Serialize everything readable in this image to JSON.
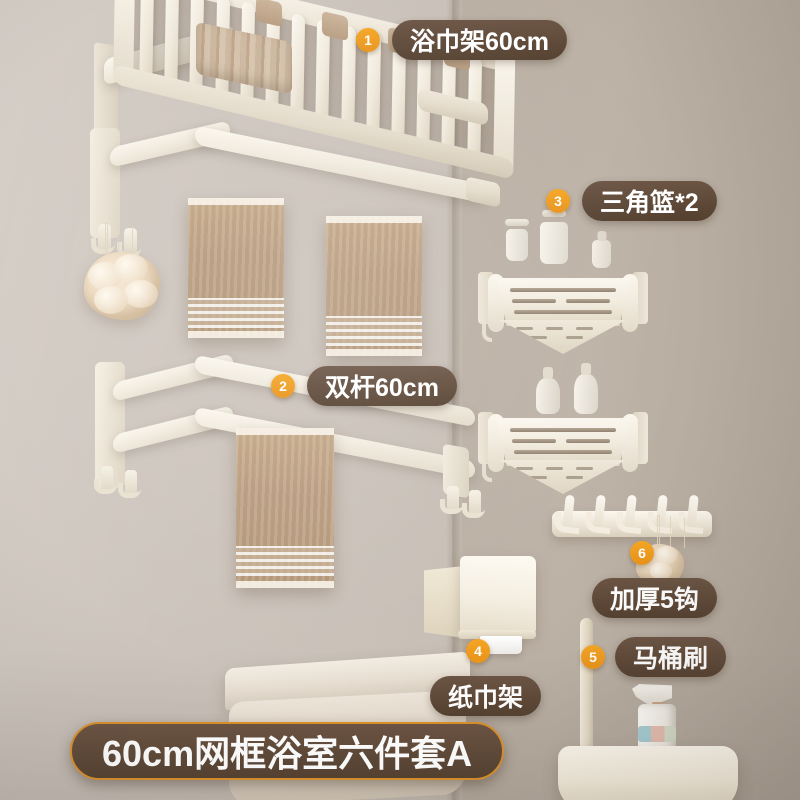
{
  "product": {
    "title": "60cm网框浴室六件套A",
    "scene": "bathroom corner wall display"
  },
  "theme": {
    "badge_color": "#f5a623",
    "pill_bg": "#5a4436",
    "pill_text": "#ffffff",
    "title_border": "#d98f2a",
    "wall_left": "#cdc5bd",
    "wall_right": "#b9aea2",
    "product_cream": "#f4eee1",
    "towel_tan": "#bda083"
  },
  "callouts": [
    {
      "number": "1",
      "label": "浴巾架60cm",
      "item": "bath-towel-rack"
    },
    {
      "number": "2",
      "label": "双杆60cm",
      "item": "double-bar-rack"
    },
    {
      "number": "3",
      "label": "三角篮*2",
      "item": "corner-basket"
    },
    {
      "number": "4",
      "label": "纸巾架",
      "item": "tissue-holder"
    },
    {
      "number": "5",
      "label": "马桶刷",
      "item": "toilet-brush"
    },
    {
      "number": "6",
      "label": "加厚5钩",
      "item": "hook-rail"
    }
  ]
}
